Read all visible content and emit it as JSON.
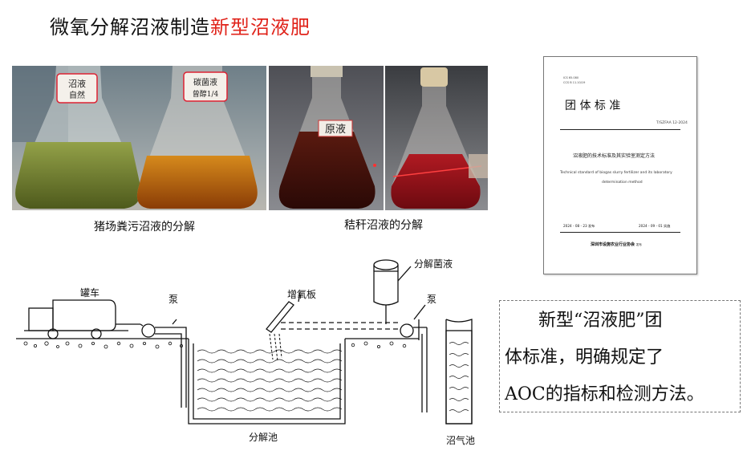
{
  "title": {
    "main": "微氧分解沼液制造",
    "highlight": "新型沼液肥",
    "highlight_color": "#e0231a"
  },
  "photos": {
    "left_captions": [
      "沼液",
      "自然"
    ],
    "right_captions": [
      "碳菌液",
      "曾醇1/4"
    ],
    "flask_label": "原液"
  },
  "captions": {
    "pig_manure": "猪场粪污沼液的分解",
    "straw": "秸秆沼液的分解"
  },
  "standard_doc": {
    "ics": "ICS  65.080",
    "ccs": "CCS  B  11.10/19",
    "heading": "团  体  标  准",
    "code": "T/SZFAA 12-2024",
    "title_cn": "沼液肥的技术标准及其实验室测定方法",
    "title_en_1": "Technical standard of biogas slurry fertilizer and its laboratory",
    "title_en_2": "determination method",
    "publish_date": "2024 - 08 - 23 发布",
    "implement_date": "2024 - 09 - 01 实施",
    "issuer": "深圳市设施农业行业协会",
    "issuer_suffix": "发布"
  },
  "note": {
    "line1": "新型“沼液肥”团",
    "line2": "体标准，明确规定了",
    "line3": "AOC的指标和检测方法。"
  },
  "diagram": {
    "labels": {
      "tanker": "罐车",
      "pump_left": "泵",
      "aeration_plate": "增氧板",
      "bacteria": "分解菌液",
      "pump_right": "泵",
      "decomposition_pool": "分解池",
      "biogas_pool": "沼气池"
    }
  }
}
